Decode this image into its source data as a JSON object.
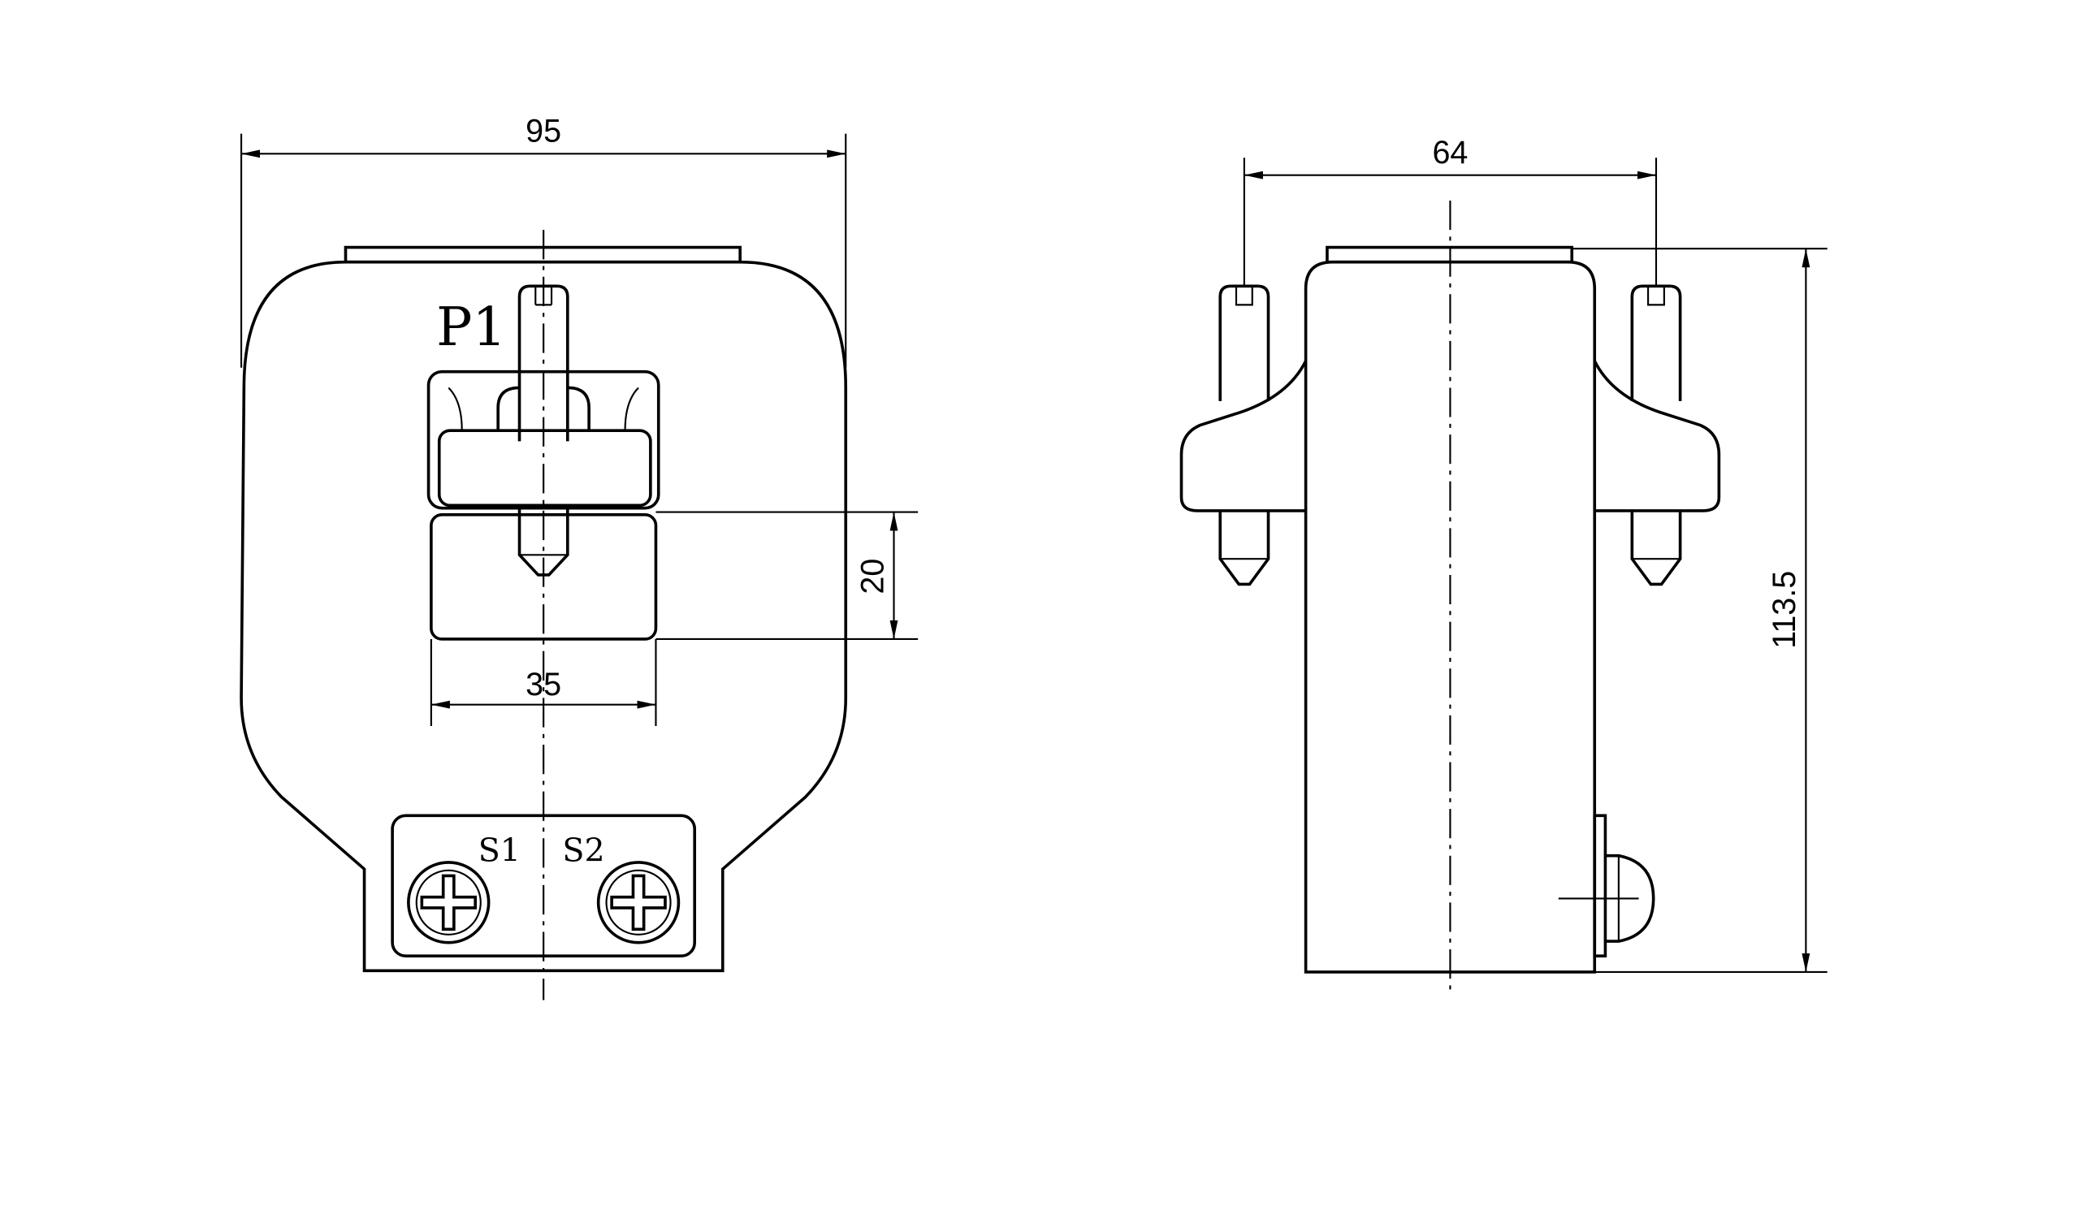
{
  "front_view": {
    "width_dim": "95",
    "window_height_dim": "20",
    "window_width_dim": "35",
    "primary_terminal_label": "P1",
    "secondary_labels": [
      "S1",
      "S2"
    ]
  },
  "side_view": {
    "depth_dim": "64",
    "height_dim": "113.5"
  }
}
